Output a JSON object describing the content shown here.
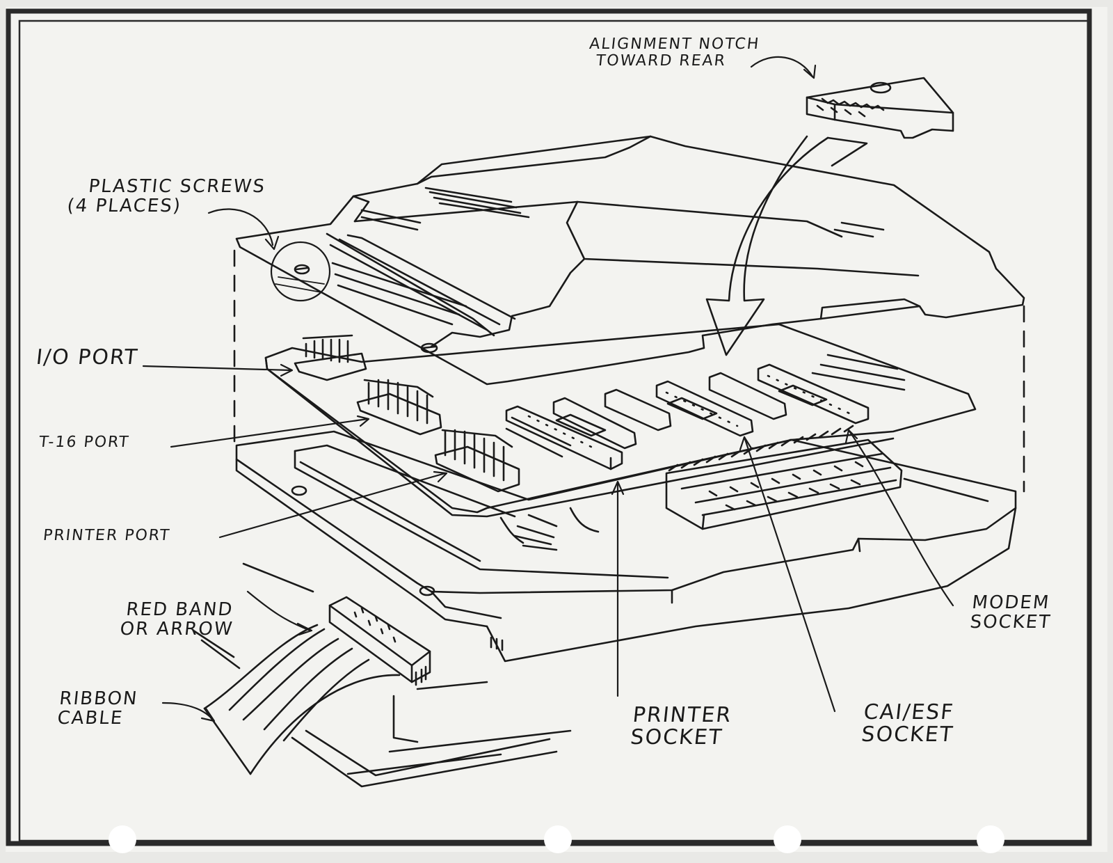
{
  "labels": {
    "alignment_notch": [
      "ALIGNMENT NOTCH",
      "TOWARD REAR"
    ],
    "plastic_screws": [
      "PLASTIC SCREWS",
      "(4 PLACES)"
    ],
    "io_port": "I/O PORT",
    "t16_port": "T-16 PORT",
    "printer_port": "PRINTER PORT",
    "red_band": [
      "RED BAND",
      "OR ARROW"
    ],
    "ribbon_cable": [
      "RIBBON",
      "CABLE"
    ],
    "printer_socket": [
      "PRINTER",
      "SOCKET"
    ],
    "cai_esf_socket": [
      "CAI/ESF",
      "SOCKET"
    ],
    "modem_socket": [
      "MODEM",
      "SOCKET"
    ]
  },
  "colors": {
    "paper": "#f3f3f0",
    "ink": "#1a1a1a",
    "border": "#2a2a2a"
  }
}
